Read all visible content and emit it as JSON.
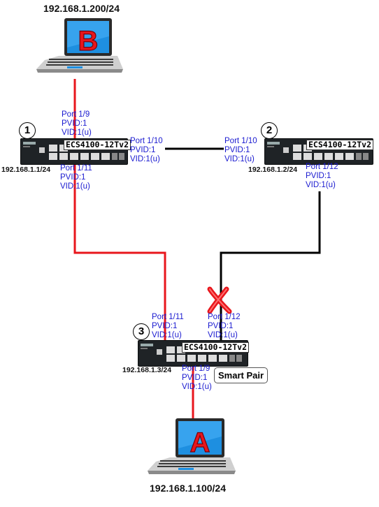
{
  "hosts": {
    "B": {
      "letter": "B",
      "ip": "192.168.1.200/24"
    },
    "A": {
      "letter": "A",
      "ip": "192.168.1.100/24"
    }
  },
  "switches": [
    {
      "number": "1",
      "model": "ECS4100-12Tv2",
      "ip": "192.168.1.1/24"
    },
    {
      "number": "2",
      "model": "ECS4100-12Tv2",
      "ip": "192.168.1.2/24"
    },
    {
      "number": "3",
      "model": "ECS4100-12Tv2",
      "ip": "192.168.1.3/24"
    }
  ],
  "ports": {
    "s1_p9": {
      "port": "Port 1/9",
      "pvid": "PVID:1",
      "vid": "VID:1(u)"
    },
    "s1_p10": {
      "port": "Port 1/10",
      "pvid": "PVID:1",
      "vid": "VID:1(u)"
    },
    "s1_p11": {
      "port": "Port 1/11",
      "pvid": "PVID:1",
      "vid": "VID:1(u)"
    },
    "s2_p10": {
      "port": "Port 1/10",
      "pvid": "PVID:1",
      "vid": "VID:1(u)"
    },
    "s2_p12": {
      "port": "Port 1/12",
      "pvid": "PVID:1",
      "vid": "VID:1(u)"
    },
    "s3_p11": {
      "port": "Port 1/11",
      "pvid": "PVID:1",
      "vid": "VID:1(u)"
    },
    "s3_p12": {
      "port": "Port 1/12",
      "pvid": "PVID:1",
      "vid": "VID:1(u)"
    },
    "s3_p9": {
      "port": "Port 1/9",
      "pvid": "PVID:1",
      "vid": "VID:1(u)"
    }
  },
  "smart_pair": "Smart Pair",
  "colors": {
    "active_link": "#e8161c",
    "standby_link": "#000000",
    "port_label": "#1a1ad0",
    "blocked_mark": "#e8161c"
  }
}
